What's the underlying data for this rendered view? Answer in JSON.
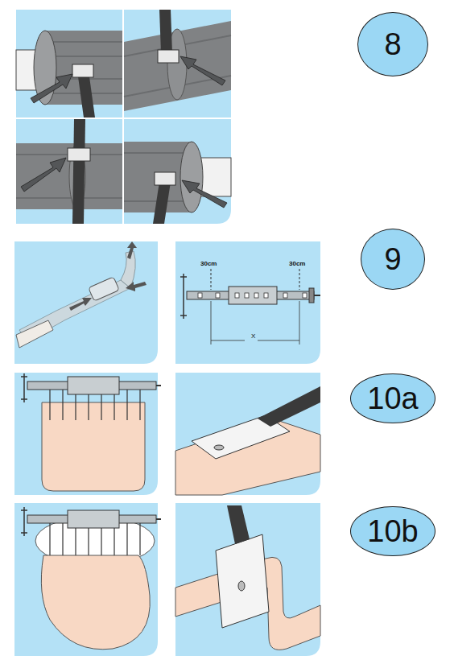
{
  "diagram": {
    "nodes": [
      {
        "text": [
          "8"
        ]
      },
      {
        "text": [
          "9"
        ]
      },
      {
        "text": [
          "10a"
        ]
      },
      {
        "text": [
          "10b"
        ]
      }
    ],
    "labels": [
      "30cm",
      "30cm",
      "X"
    ]
  }
}
